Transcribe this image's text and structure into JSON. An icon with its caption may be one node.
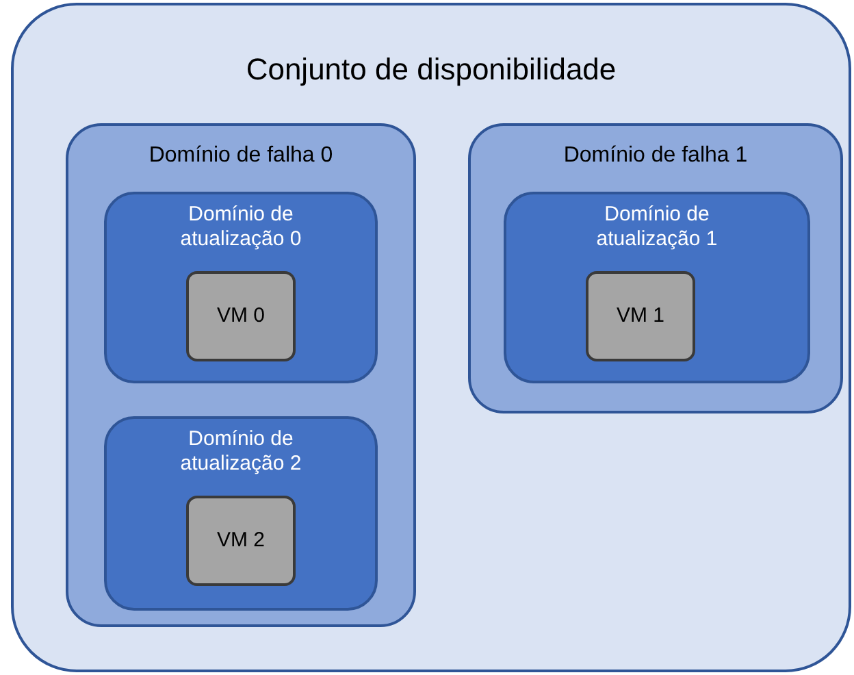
{
  "diagram": {
    "nodes": [
      {
        "text": [
          "Conjunto de disponibilidade"
        ]
      },
      {
        "text": [
          "Domínio de falha 0"
        ],
        "in": 0
      },
      {
        "text": [
          "Domínio de atualização 0"
        ],
        "in": 1
      },
      {
        "text": [
          "VM 0"
        ],
        "in": 2
      },
      {
        "text": [
          "Domínio de atualização 2"
        ],
        "in": 1
      },
      {
        "text": [
          "VM 2"
        ],
        "in": 4
      },
      {
        "text": [
          "Domínio de falha 1"
        ],
        "in": 0
      },
      {
        "text": [
          "Domínio de atualização 1"
        ],
        "in": 6
      },
      {
        "text": [
          "VM 1"
        ],
        "in": 7
      }
    ]
  }
}
